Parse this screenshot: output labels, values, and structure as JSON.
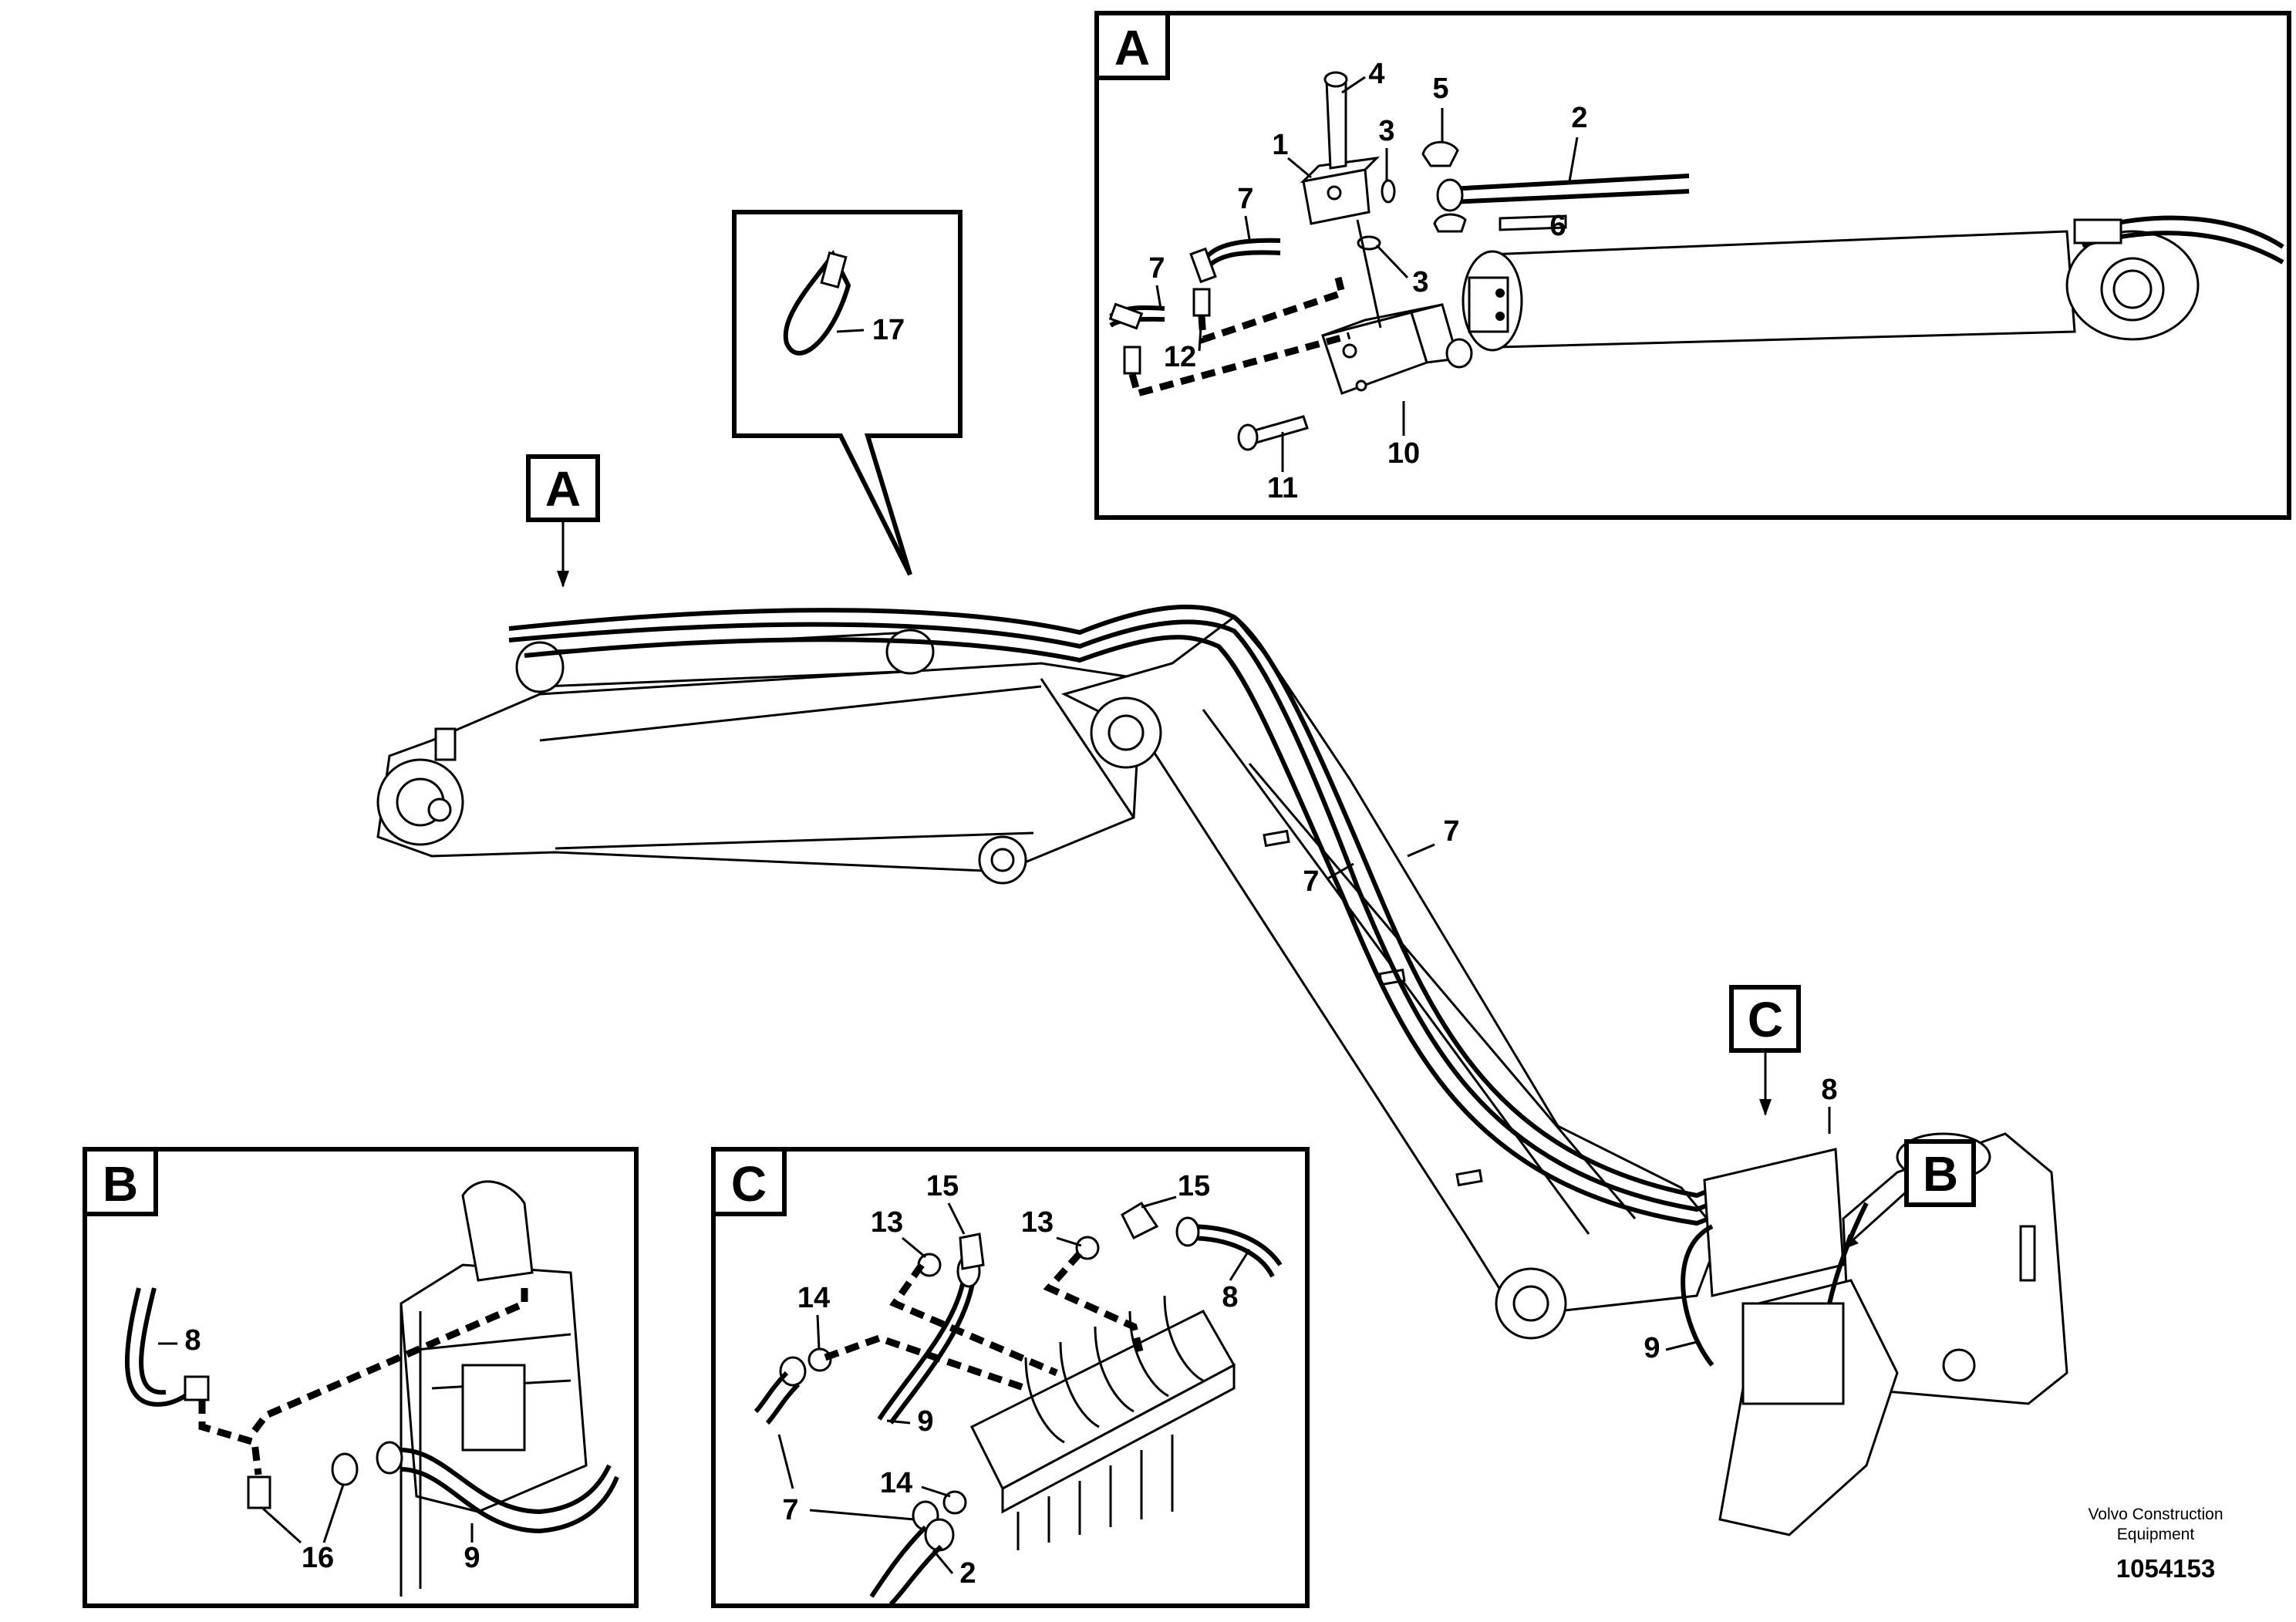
{
  "callouts": {
    "A": "A",
    "B": "B",
    "C": "C"
  },
  "labels": {
    "p1": "1",
    "p2": "2",
    "p3": "3",
    "p4": "4",
    "p5": "5",
    "p6": "6",
    "p7": "7",
    "p8": "8",
    "p9": "9",
    "p10": "10",
    "p11": "11",
    "p12": "12",
    "p13": "13",
    "p14": "14",
    "p15": "15",
    "p16": "16",
    "p17": "17"
  },
  "footer": {
    "credit_line1": "Volvo Construction",
    "credit_line2": "Equipment",
    "doc_number": "1054153"
  }
}
